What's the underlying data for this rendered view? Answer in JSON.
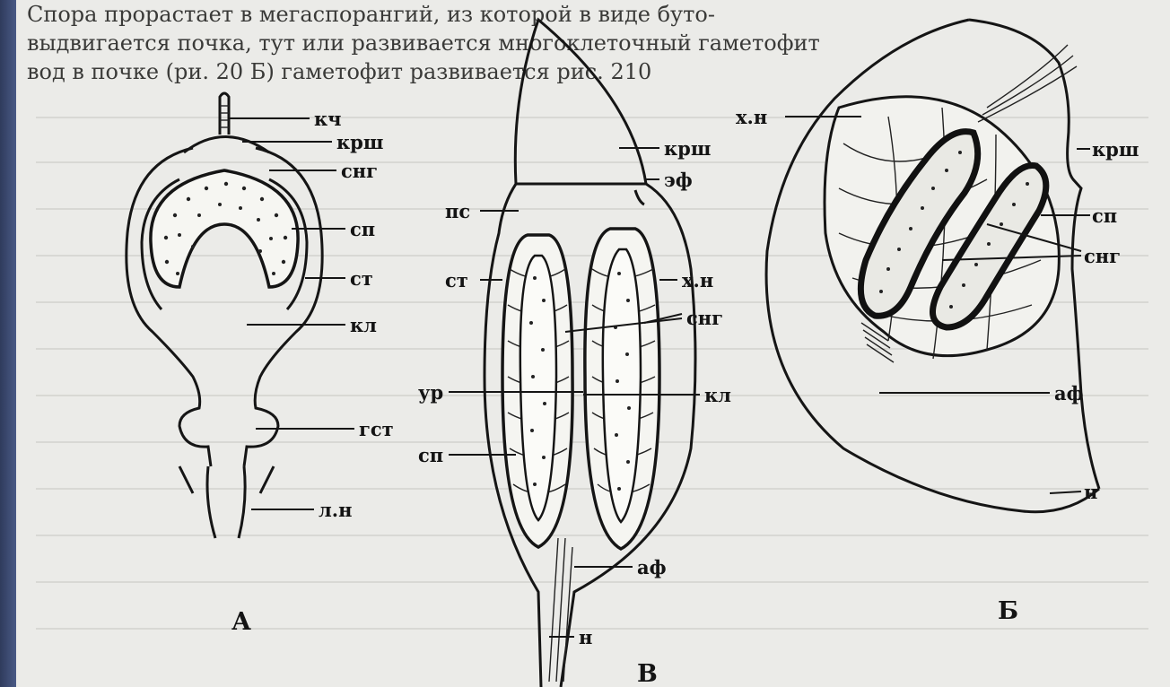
{
  "page_text": {
    "top_line_1": "Спора прорастает в мегаспорангий, из которой в виде буто-",
    "top_line_2": "выдвигается почка, тут или развивается многоклеточный гаметофит",
    "top_line_3": "вод в почке (ри. 20 Б) гаметофит развивается рис. 210"
  },
  "figure": {
    "captions": {
      "A": "А",
      "B": "Б",
      "V": "В"
    },
    "labels_A": {
      "kch": "кч",
      "krsh": "крш",
      "sng": "снг",
      "sp": "сп",
      "st": "ст",
      "kl": "кл",
      "gst": "гст",
      "ln": "л.н"
    },
    "labels_V": {
      "krsh": "крш",
      "ef": "эф",
      "ps": "пс",
      "st": "ст",
      "hn": "х.н",
      "sng": "снг",
      "ur": "ур",
      "kl": "кл",
      "sp": "сп",
      "af": "аф",
      "n": "н"
    },
    "labels_B": {
      "hn": "х.н",
      "krsh": "крш",
      "sp": "сп",
      "sng": "снг",
      "af": "аф",
      "n": "н"
    }
  }
}
